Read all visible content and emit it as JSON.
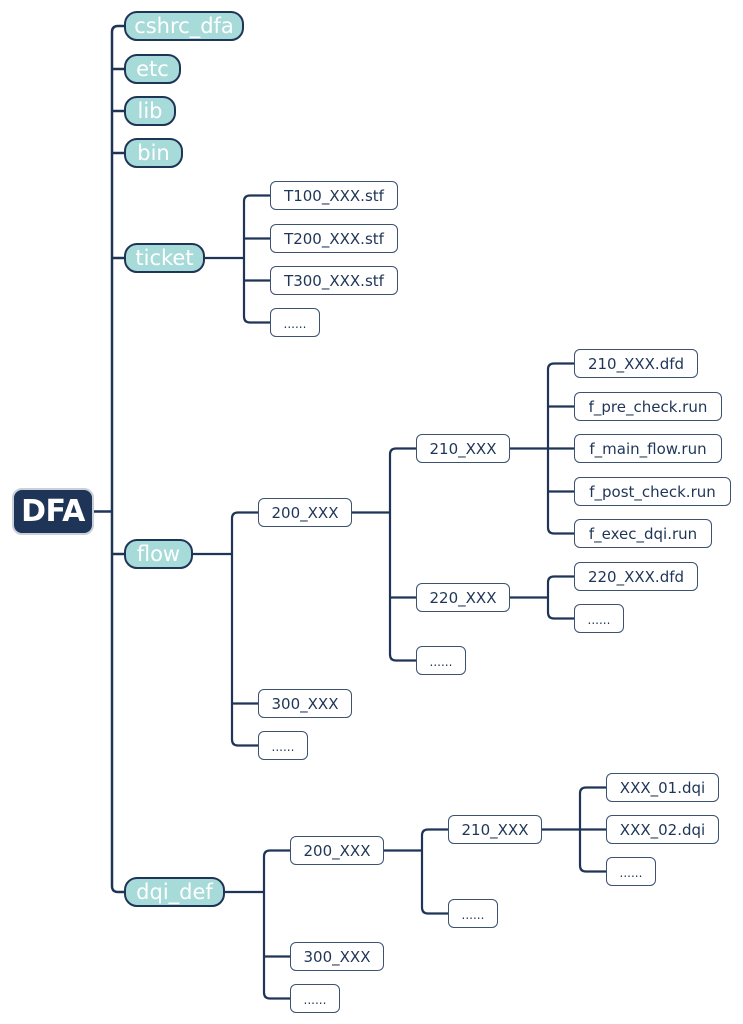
{
  "diagram": {
    "type": "mind-map",
    "colors": {
      "root_fill": "#1f3557",
      "branch_fill": "#a7dbd9",
      "line": "#1f3557",
      "leaf_border": "#3d5170",
      "text_dark": "#1f3557"
    },
    "root": "DFA",
    "branches": {
      "cshrc_dfa": "cshrc_dfa",
      "etc": "etc",
      "lib": "lib",
      "bin": "bin",
      "ticket": "ticket",
      "flow": "flow",
      "dqi_def": "dqi_def"
    },
    "ticket": {
      "items": [
        "T100_XXX.stf",
        "T200_XXX.stf",
        "T300_XXX.stf",
        "......"
      ]
    },
    "flow": {
      "n200": "200_XXX",
      "n300": "300_XXX",
      "more": "......",
      "n200_children": {
        "n210": "210_XXX",
        "n220": "220_XXX",
        "more": "......"
      },
      "n210_files": [
        "210_XXX.dfd",
        "f_pre_check.run",
        "f_main_flow.run",
        "f_post_check.run",
        "f_exec_dqi.run"
      ],
      "n220_files": [
        "220_XXX.dfd",
        "......"
      ]
    },
    "dqi_def": {
      "n200": "200_XXX",
      "n300": "300_XXX",
      "more": "......",
      "n200_children": {
        "n210": "210_XXX",
        "more": "......"
      },
      "n210_files": [
        "XXX_01.dqi",
        "XXX_02.dqi",
        "......"
      ]
    }
  }
}
